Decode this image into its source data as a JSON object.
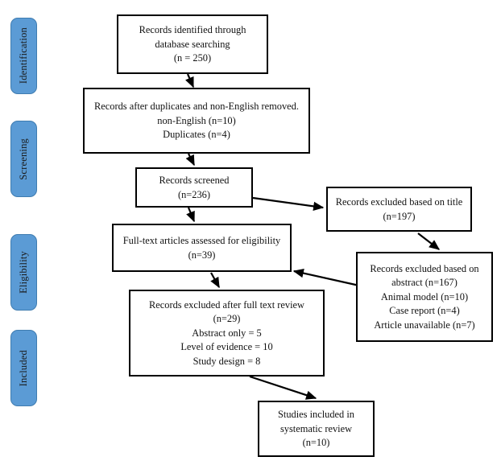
{
  "diagram": {
    "type": "prisma-flow-diagram",
    "title": "",
    "colors": {
      "stage_tab_fill": "#5b9bd5",
      "stage_tab_border": "#3f7cb0",
      "box_border": "#000000",
      "box_fill": "#ffffff",
      "text": "#111111"
    }
  },
  "stages": [
    {
      "label": "Identification"
    },
    {
      "label": "Screening"
    },
    {
      "label": "Eligibility"
    },
    {
      "label": "Included"
    }
  ],
  "boxes": {
    "identified": {
      "lines": [
        "Records identified through",
        "database searching",
        "(n = 250)"
      ]
    },
    "after_duplicates": {
      "lines": [
        "Records after duplicates and non-English removed.",
        "non-English (n=10)",
        "Duplicates (n=4)"
      ]
    },
    "screened": {
      "lines": [
        "Records screened",
        "(n=236)"
      ]
    },
    "excluded_title": {
      "lines": [
        "Records excluded based on title",
        "(n=197)"
      ]
    },
    "full_text": {
      "lines": [
        "Full-text articles assessed for eligibility",
        "(n=39)"
      ]
    },
    "excluded_abstract": {
      "lines": [
        "Records excluded based on",
        "abstract (n=167)",
        "Animal model (n=10)",
        "Case report (n=4)",
        "Article unavailable (n=7)"
      ]
    },
    "excluded_full_text": {
      "lines": [
        "Records excluded after full text review",
        "(n=29)",
        "Abstract only = 5",
        "Level of evidence = 10",
        "Study design = 8"
      ]
    },
    "included": {
      "lines": [
        "Studies included in",
        "systematic review",
        "(n=10)"
      ]
    }
  }
}
